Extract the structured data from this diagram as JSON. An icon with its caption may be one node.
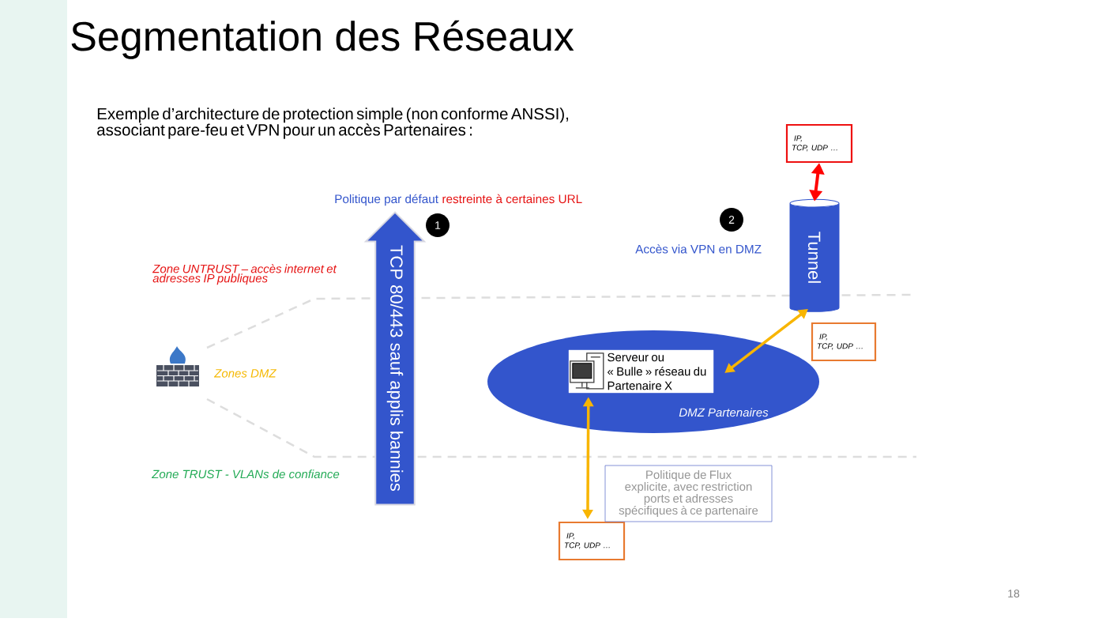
{
  "diagram": {
    "title": "Segmentation des Réseaux",
    "nodes": [
      {
        "text": [
          "IP, TCP, UDP …"
        ]
      },
      {
        "text": [
          "Tunnel"
        ]
      },
      {
        "text": [
          "IP, TCP, UDP …"
        ]
      },
      {
        "text": [
          "DMZ Partenaires"
        ]
      },
      {
        "text": [
          "Serveur ou « Bulle » réseau du Partenaire X"
        ],
        "in": 3
      },
      {
        "text": [
          "IP, TCP, UDP …"
        ]
      },
      {
        "text": [
          "TCP 80/443 sauf applis bannies"
        ]
      },
      {
        "text": [
          "Politique de Flux explicite, avec restriction ports et adresses spécifiques à ce partenaire"
        ]
      },
      {
        "text": [
          "1"
        ]
      },
      {
        "text": [
          "2"
        ]
      }
    ],
    "edges": [
      {
        "from": 0,
        "to": 1,
        "arrow": "both",
        "color": "#ff0000"
      },
      {
        "from": 1,
        "to": 4,
        "arrow": "both"
      },
      {
        "from": 4,
        "to": 5,
        "arrow": "both"
      }
    ],
    "labels": [
      "Exemple d’architecture de protection simple (non conforme ANSSI), associant pare-feu et VPN pour un accès Partenaires :",
      "Politique par défaut",
      "restreinte à certaines URL",
      "Accès via VPN en DMZ",
      "Zone UNTRUST – accès internet et adresses IP publiques",
      "Zones DMZ",
      "Zone TRUST - VLANs de confiance",
      "18"
    ]
  }
}
